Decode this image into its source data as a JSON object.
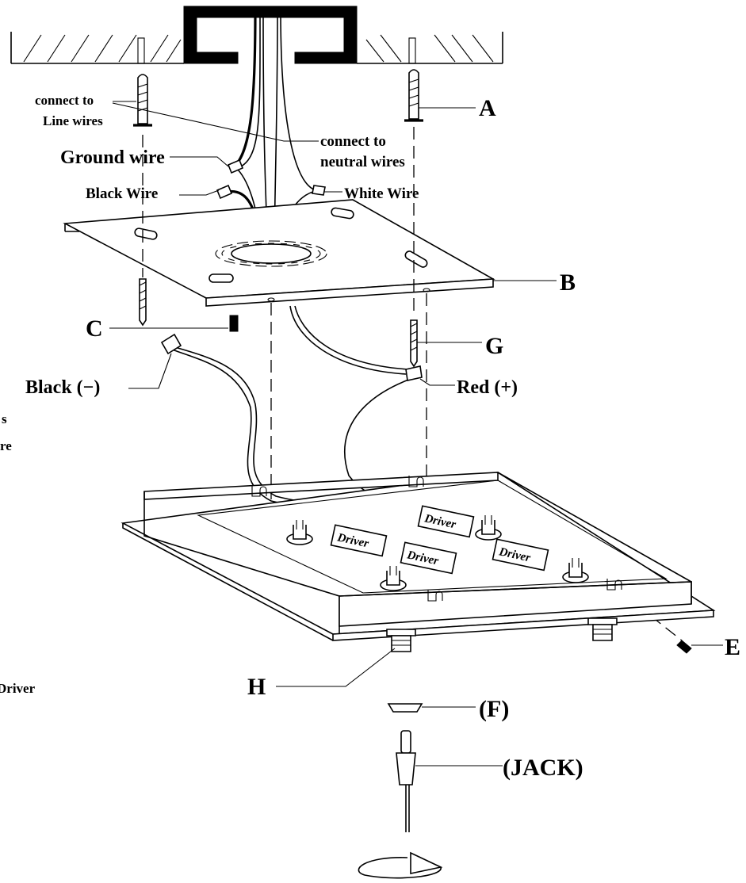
{
  "labels": {
    "connect_line": [
      "connect to",
      "Line wires"
    ],
    "ground_wire": "Ground wire",
    "black_wire": "Black  Wire",
    "white_wire": "White Wire",
    "connect_neutral": [
      "connect to",
      "neutral wires"
    ],
    "a": "A",
    "b": "B",
    "c": "C",
    "g": "G",
    "black_neg": "Black (−)",
    "red_pos": "Red (+)",
    "e": "E",
    "h": "H",
    "f": "(F)",
    "jack": "(JACK)",
    "driver": "Driver",
    "left_fragments": [
      "s",
      "re"
    ],
    "driver_fragment": "Driver"
  },
  "colors": {
    "ink": "#000000",
    "paper": "#ffffff"
  }
}
